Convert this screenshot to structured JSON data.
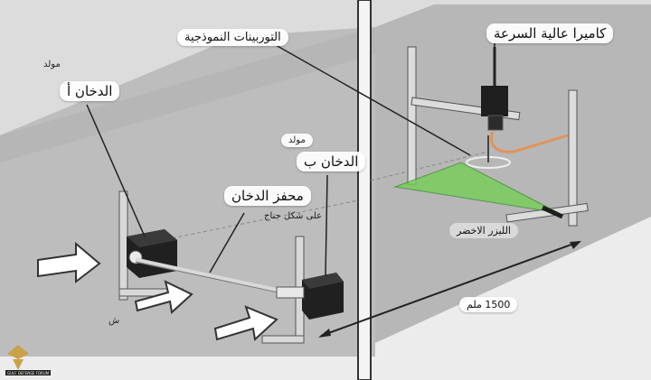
{
  "labels": {
    "generator_a_top": "مولد",
    "smoke_a": "الدخان أ",
    "generator_b_top": "مولد",
    "smoke_b": "الدخان ب",
    "smoke_stimulus": "محفز الدخان",
    "wing_shaped": "على شكل جناح",
    "model_turbines": "التوربينات النموذجية",
    "high_speed_camera": "كاميرا عالية السرعة",
    "green_laser": "الليزر الاخضر",
    "distance": "1500 ملم",
    "s_mark": "ش"
  },
  "colors": {
    "floor": "#b9b9b9",
    "wall": "#c9c9c9",
    "laser": "#6fcf4f",
    "camera": "#1e1e1e",
    "tube": "#e0935a",
    "pillar": "#5a5a5a"
  },
  "logo_text": "GULF DEFENSE FORUM"
}
